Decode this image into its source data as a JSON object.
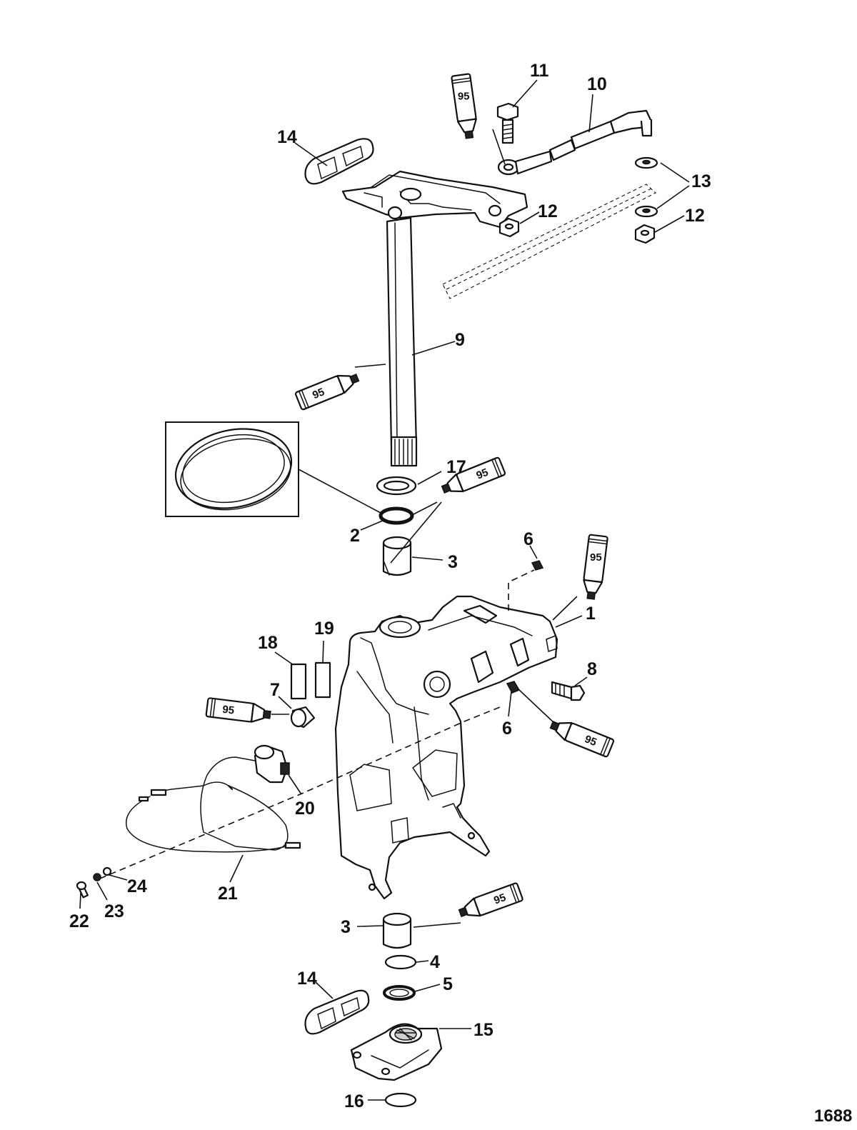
{
  "figure_id": "1688",
  "sealant_tube_label": "95",
  "callouts": {
    "p1": "1",
    "p2": "2",
    "p3a": "3",
    "p3b": "3",
    "p4": "4",
    "p5": "5",
    "p6a": "6",
    "p6b": "6",
    "p7": "7",
    "p8": "8",
    "p9": "9",
    "p10": "10",
    "p11": "11",
    "p12a": "12",
    "p12b": "12",
    "p13": "13",
    "p14a": "14",
    "p14b": "14",
    "p15": "15",
    "p16": "16",
    "p17": "17",
    "p18": "18",
    "p19": "19",
    "p20": "20",
    "p21": "21",
    "p22": "22",
    "p23": "23",
    "p24": "24"
  }
}
